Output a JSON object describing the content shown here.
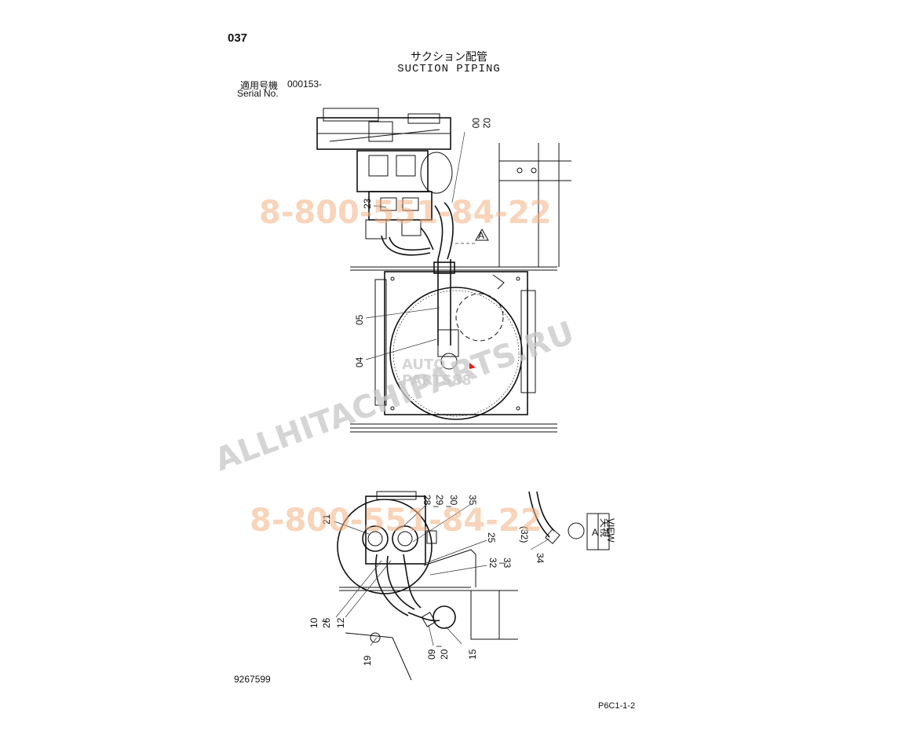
{
  "header": {
    "page_number": "037",
    "title_jp": "サクション配管",
    "title_en": "SUCTION PIPING",
    "serial_label_jp": "適用号機",
    "serial_value": "000153-",
    "serial_label_en": "Serial No."
  },
  "footer": {
    "drawing_code": "9267599",
    "page_code": "P6C1-1-2"
  },
  "view_label": {
    "letter": "A",
    "jp": "矢視",
    "en": "VIEW"
  },
  "callouts_top": [
    "00",
    "02",
    "23",
    "05",
    "04"
  ],
  "callouts_bottom": [
    "21",
    "28",
    "29",
    "30",
    "35",
    "25",
    "32",
    "33",
    "(32)",
    "34",
    "10",
    "26",
    "12",
    "19",
    "09",
    "20",
    "15"
  ],
  "watermarks": {
    "phone": "8-800-551-84-22",
    "site": "ALLHITACHIPARTS.RU",
    "logo_top": "AUTO",
    "logo_bottom": "PARTS88"
  }
}
